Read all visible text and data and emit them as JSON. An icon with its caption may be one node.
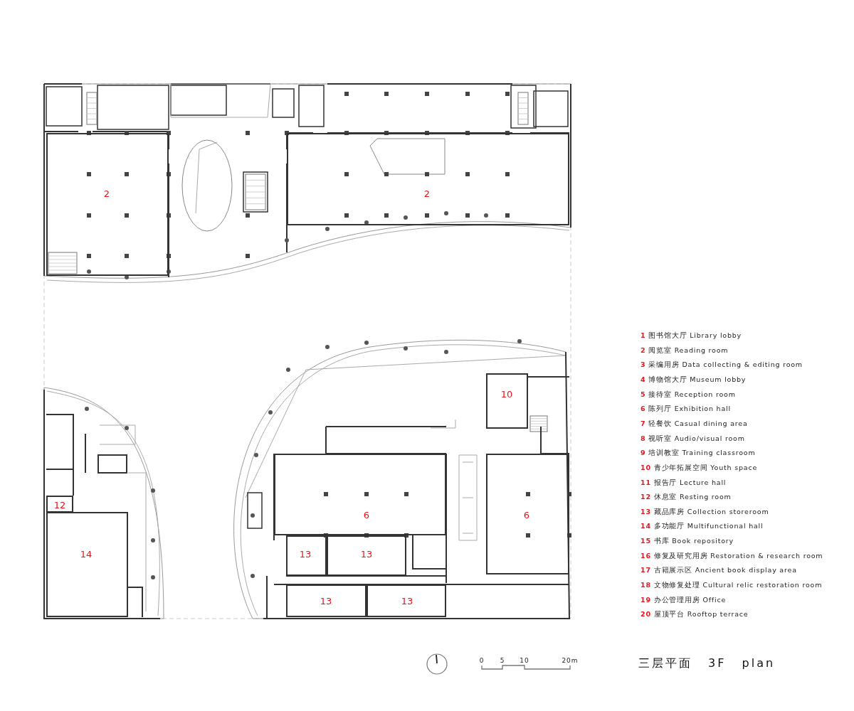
{
  "diagram": {
    "title": "三层平面 3F plan",
    "nodes": [
      {
        "text": [
          "2"
        ]
      },
      {
        "text": [
          "2"
        ]
      },
      {
        "text": [
          "10"
        ]
      },
      {
        "text": [
          "12"
        ]
      },
      {
        "text": [
          "6"
        ]
      },
      {
        "text": [
          "6"
        ]
      },
      {
        "text": [
          "14"
        ]
      },
      {
        "text": [
          "13"
        ]
      },
      {
        "text": [
          "13"
        ]
      },
      {
        "text": [
          "13"
        ]
      },
      {
        "text": [
          "13"
        ]
      }
    ],
    "edges": [],
    "labels": [
      "1",
      "图书馆大厅 Library lobby",
      "2",
      "阅览室 Reading room",
      "3",
      "采编用房 Data collecting & editing room",
      "4",
      "博物馆大厅 Museum lobby",
      "5",
      "接待室 Reception room",
      "6",
      "陈列厅 Exhibition hall",
      "7",
      "轻餐饮 Casual dining area",
      "8",
      "视听室 Audio/visual room",
      "9",
      "培训教室 Training classroom",
      "10",
      "青少年拓展空间 Youth space",
      "11",
      "报告厅 Lecture hall",
      "12",
      "休息室 Resting room",
      "13",
      "藏品库房 Collection storeroom",
      "14",
      "多功能厅 Multifunctional hall",
      "15",
      "书库 Book repository",
      "16",
      "修复及研究用房 Restoration & research room",
      "17",
      "古籍展示区 Ancient book display area",
      "18",
      "文物修复处理 Cultural relic restoration room",
      "19",
      "办公管理用房 Office",
      "20",
      "屋顶平台 Rooftop terrace",
      "0",
      "5",
      "10",
      "20m"
    ]
  }
}
